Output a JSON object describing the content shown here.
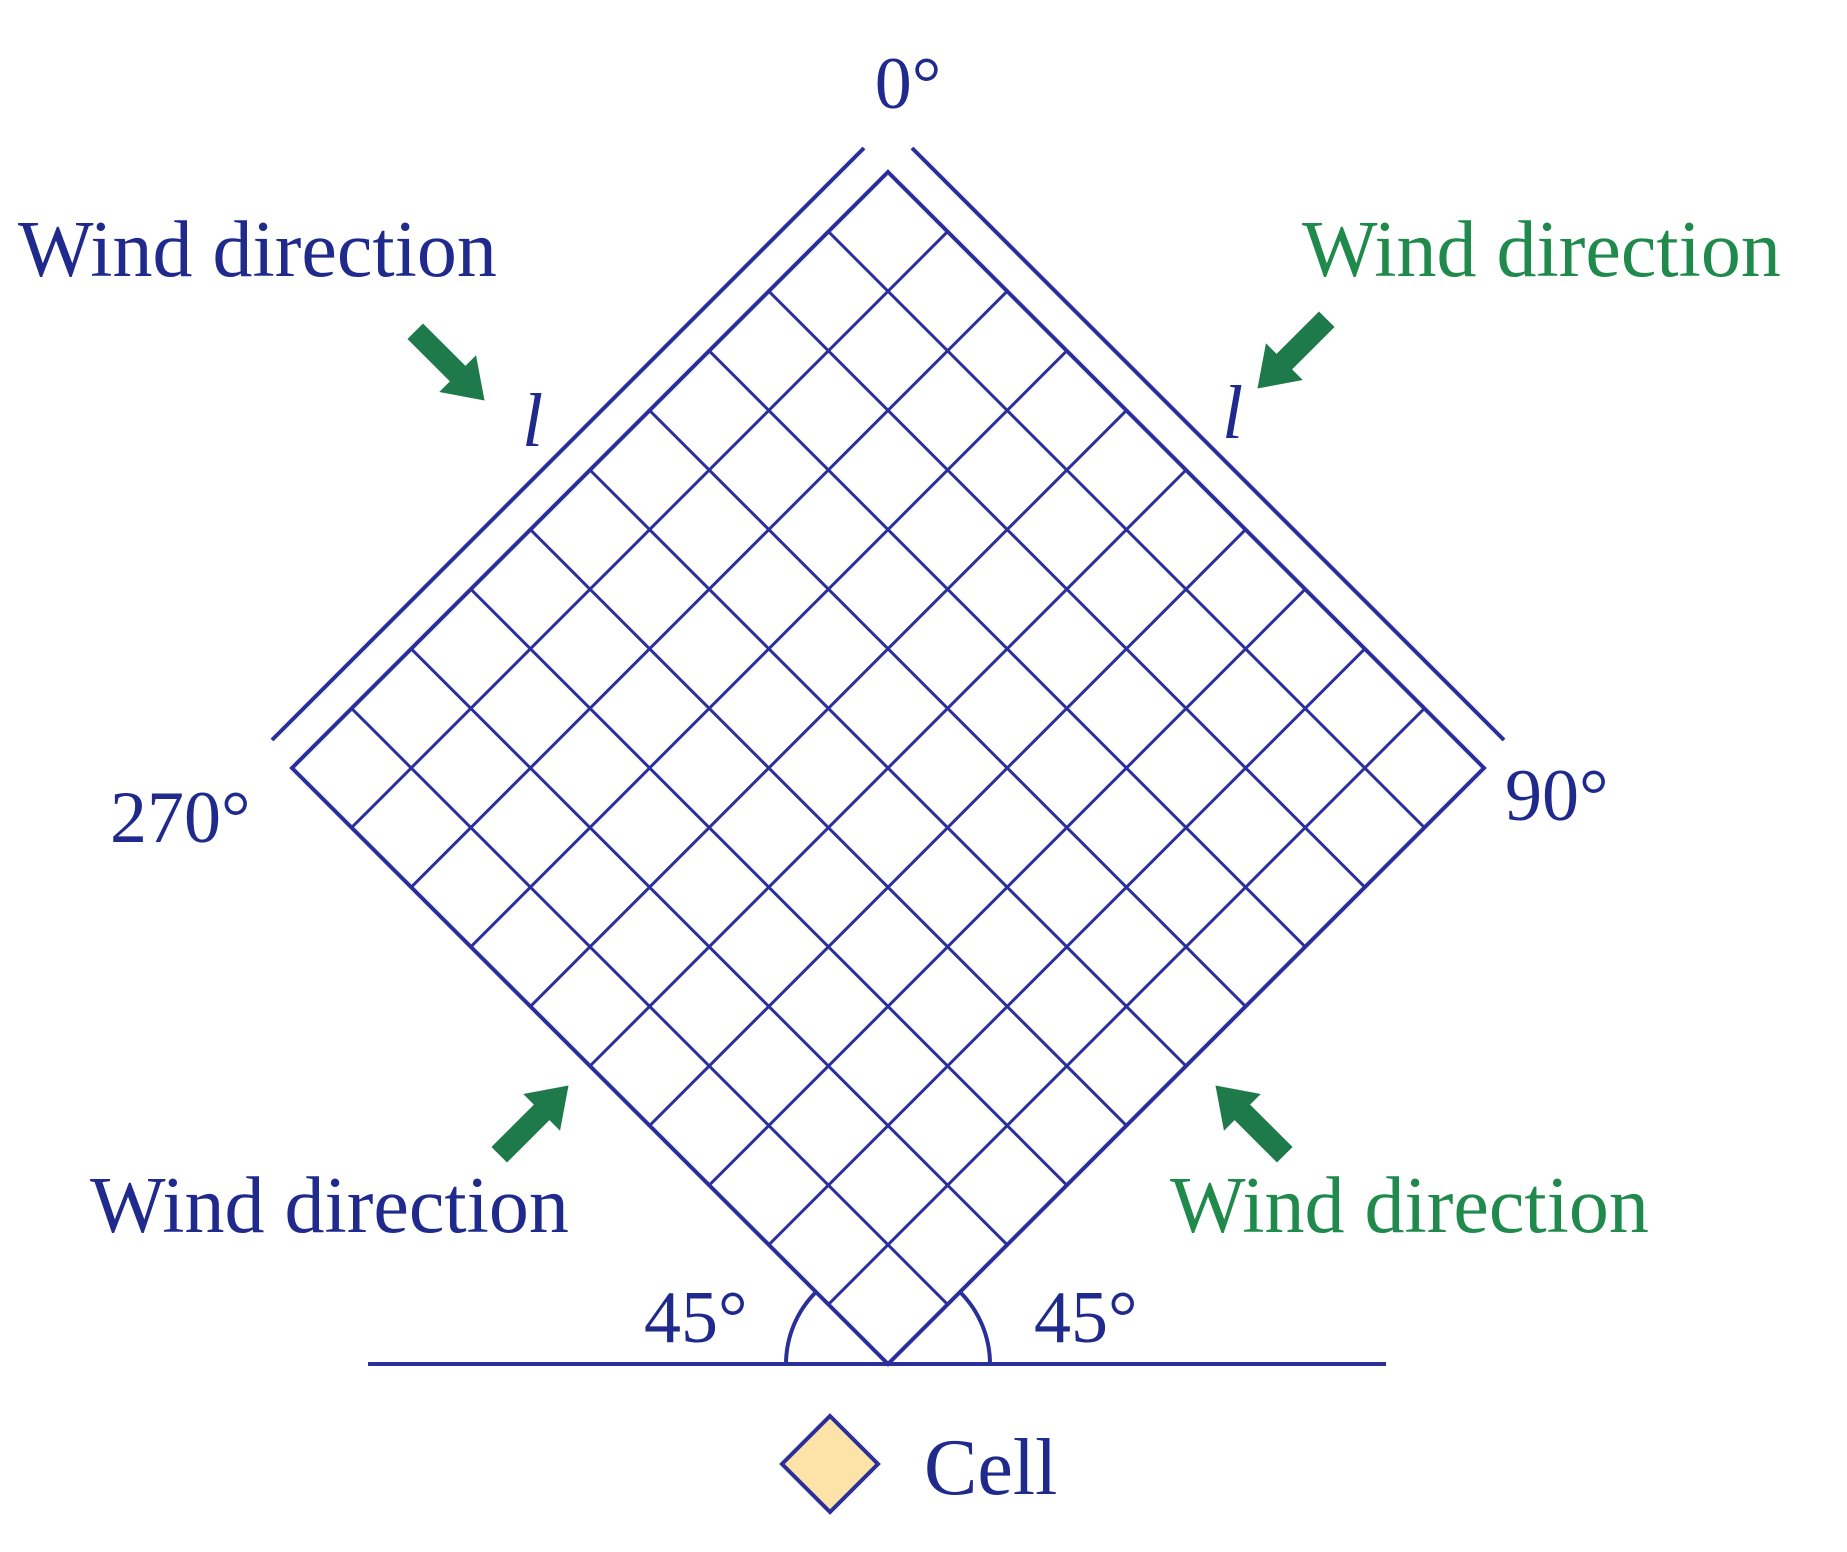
{
  "labels": {
    "top": "0°",
    "right": "90°",
    "left": "270°",
    "angle_left": "45°",
    "angle_right": "45°",
    "side_left": "l",
    "side_right": "l"
  },
  "wind": {
    "top_left": "Wind direction",
    "top_right": "Wind direction",
    "bottom_left": "Wind direction",
    "bottom_right": "Wind direction"
  },
  "legend": {
    "cell": "Cell"
  },
  "grid": {
    "divisions": 10
  },
  "colors": {
    "grid": "#2a2f9a",
    "label_blue": "#1f2a8c",
    "label_green": "#1f8a4c",
    "arrow_green": "#1e7a4a",
    "cell_fill": "#fde3a8",
    "cell_stroke": "#2a2f9a"
  }
}
